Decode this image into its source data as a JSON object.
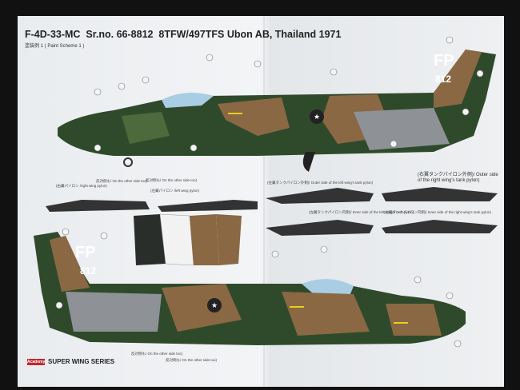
{
  "header": {
    "title": "F-4D-33-MC  Sr.no. 66-8812  8TFW/497TFS Ubon AB, Thailand 1971",
    "subtitle": "塗装例 1 ( Paint Scheme 1 )"
  },
  "aircraft": {
    "tail_code": "FP",
    "serial": "812"
  },
  "labels": {
    "right_pylon": "(右翼パイロン /right wing pylon)",
    "left_pylon": "(左翼パイロン /left wing pylon)",
    "other_side_1": "反対側も/ On the other side too)",
    "other_side_2": "反対側も/ On the other side too)",
    "outer_left_tank": "(左翼タンクパイロン外側)/ Outer side of the left wing's tank pylon)",
    "outer_right_tank": "(右翼タンクパイロン外側)/ Outer side of the right wing's tank pylon)",
    "inner_left_tank": "(左翼タンクパイロン内側)/ Inner side of the left wing's tank pylon)",
    "inner_right_tank": "(右翼タンクパイロン内側)/ Inner side of the right wing's tank pylon)",
    "other_side_3": "反対側も/ On the other side too)",
    "other_side_4": "反対側も/ On the other side too)"
  },
  "footer": {
    "brand_logo": "Academy",
    "series": "SUPER WING SERIES"
  },
  "colors": {
    "green_dark": "#2f4a2b",
    "green": "#4c6a3c",
    "tan": "#8a6844",
    "grey": "#8e9196",
    "canopy": "#a9cde3"
  }
}
